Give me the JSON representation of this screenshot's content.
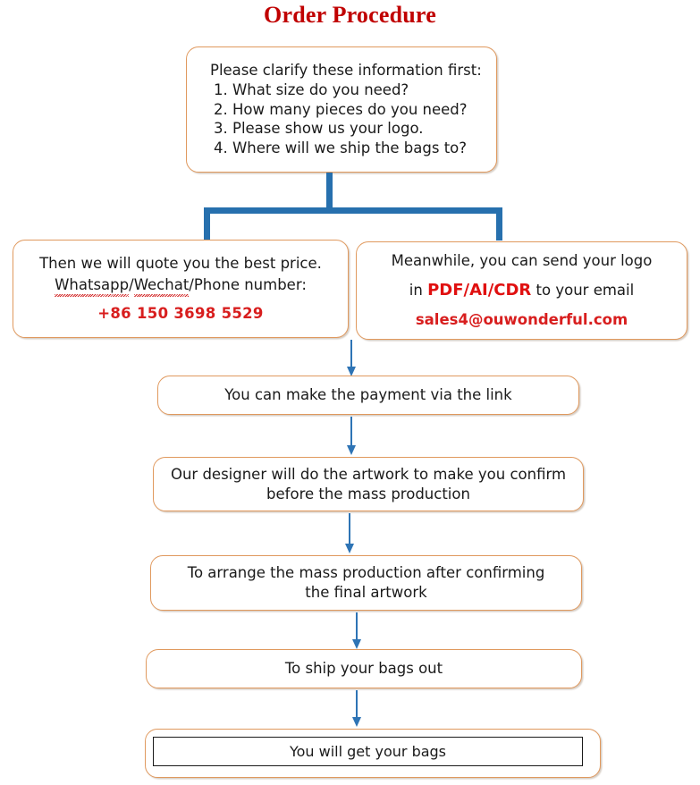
{
  "title": "Order Procedure",
  "colors": {
    "title_red": "#C00000",
    "box_border": "#E0995E",
    "connector_blue": "#2E74B5",
    "accent_red": "#D81E1E",
    "text": "#1a1a1a"
  },
  "boxes": {
    "clarify": {
      "heading": "Please clarify these information first:",
      "items": [
        "1. What size do you need?",
        "2. How many pieces do you need?",
        "3. Please show us your logo.",
        "4. Where will we ship the bags to?"
      ]
    },
    "quote": {
      "line1": "Then we will quote you the best price.",
      "line2_a": "Whatsapp",
      "line2_sep1": "/",
      "line2_b": "Wechat",
      "line2_sep2": "/Phone number:",
      "phone": "+86 150 3698 5529"
    },
    "logo": {
      "line1": "Meanwhile, you can send your logo",
      "line2_pre": "in ",
      "line2_formats": "PDF/AI/CDR",
      "line2_post": " to your email",
      "email": "sales4@ouwonderful.com"
    },
    "payment": {
      "line1": "You can make the payment via the link"
    },
    "artwork": {
      "line1": "Our designer will do the artwork to make you confirm",
      "line2": "before the mass production"
    },
    "production": {
      "line1": "To arrange the mass production after confirming",
      "line2": "the final artwork"
    },
    "ship": {
      "line1": "To ship your bags out"
    },
    "receive": {
      "line1": "You will get your bags"
    }
  }
}
